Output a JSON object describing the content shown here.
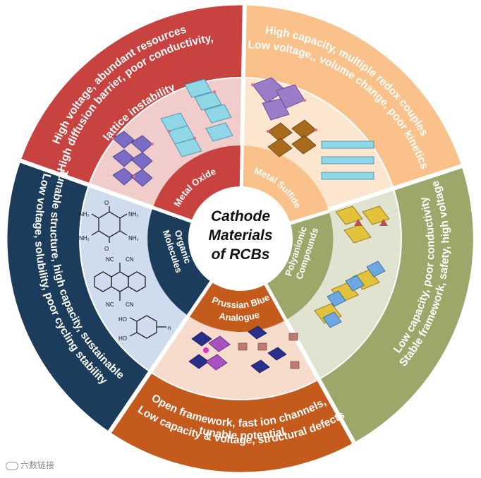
{
  "center": {
    "line1": "Cathode",
    "line2": "Materials",
    "line3": "of RCBs"
  },
  "sectors": {
    "metal_oxide": {
      "label": "Metal Oxide",
      "line1": "High voltage, abundant resources",
      "line2": "High diffusion barrier, poor conductivity,",
      "line3": "lattice instability",
      "colors": {
        "outer": "#c8423f",
        "inner": "#f0cccb",
        "ring": "#c8423f"
      }
    },
    "metal_sulfide": {
      "label": "Metal Sulfide",
      "line1": "High capacity, multiple redox couples",
      "line2": "Low voltage,, volume change, poor kinetics",
      "colors": {
        "outer": "#fbc18a",
        "inner": "#fde6cf",
        "ring": "#fbc18a"
      }
    },
    "polyanionic": {
      "label1": "Polyanionic",
      "label2": "Compounds",
      "line1": "Stable framework, safety, high voltage",
      "line2": "Low capacity, poor conductivity",
      "colors": {
        "outer": "#9ba86a",
        "inner": "#dfe3cf",
        "ring": "#9ba86a"
      }
    },
    "prussian_blue": {
      "label1": "Prussian Blue",
      "label2": "Analogue",
      "line1": "Open framework, fast ion channels,",
      "line2": "tunable potential",
      "line3": "Low capacity & voltage, structural defects",
      "colors": {
        "outer": "#c45a1c",
        "inner": "#f7dccd",
        "ring": "#c45a1c"
      }
    },
    "organic": {
      "label1": "Organic",
      "label2": "Molecules",
      "line1": "Tunable structure, high capacity, sustainable",
      "line2": "Low voltage, solubility, poor cycling stability",
      "colors": {
        "outer": "#1c3c5c",
        "inner": "#cfdcee",
        "ring": "#1c3c5c"
      },
      "chem": {
        "nh2": "NH₂",
        "o": "O",
        "nc": "NC",
        "cn": "CN",
        "ho": "HO",
        "n": "n"
      }
    }
  },
  "icons": [
    "crystal-structure-icon",
    "molecule-structure-icon"
  ],
  "watermark": "六数链接"
}
